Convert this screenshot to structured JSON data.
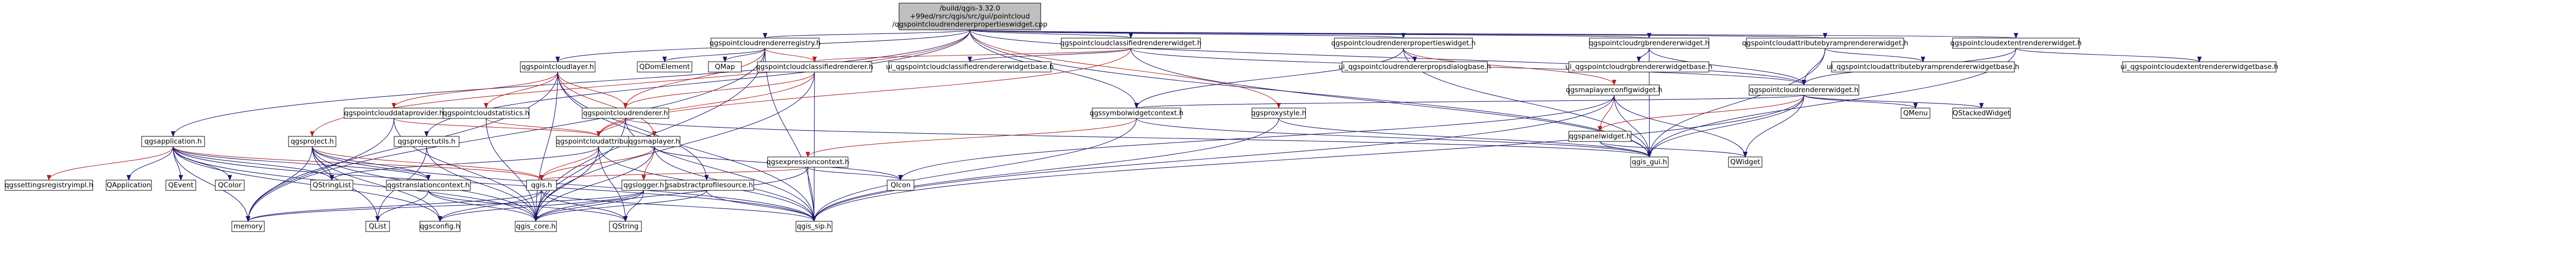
{
  "graph": {
    "root": {
      "id": "root",
      "lines": [
        "/build/qgis-3.32.0",
        "+99ed/rsrc/qgis/src/gui/pointcloud",
        "/qgspointcloudrendererpropertieswidget.cpp"
      ],
      "fill": "#bfbfbf"
    },
    "nodes": [
      {
        "id": "reg",
        "label": "qgspointcloudrendererregistry.h",
        "kind": "linked"
      },
      {
        "id": "cls",
        "label": "qgspointcloudclassifiedrendererwidget.h",
        "kind": "linked"
      },
      {
        "id": "rpw",
        "label": "qgspointcloudrendererpropertieswidget.h",
        "kind": "linked"
      },
      {
        "id": "rgb",
        "label": "qgspointcloudrgbrendererwidget.h",
        "kind": "linked"
      },
      {
        "id": "ramp",
        "label": "qgspointcloudattributebyramprendererwidget.h",
        "kind": "linked"
      },
      {
        "id": "ext",
        "label": "qgspointcloudextentrendererwidget.h",
        "kind": "linked"
      },
      {
        "id": "layer",
        "label": "qgspointcloudlayer.h",
        "kind": "linked"
      },
      {
        "id": "clsr",
        "label": "qgspointcloudclassifiedrenderer.h",
        "kind": "red"
      },
      {
        "id": "qdom",
        "label": "QDomElement",
        "kind": "plain"
      },
      {
        "id": "qmap",
        "label": "QMap",
        "kind": "plain"
      },
      {
        "id": "ui_cls",
        "label": "ui_qgspointcloudclassifiedrendererwidgetbase.h",
        "kind": "plain"
      },
      {
        "id": "ui_prop",
        "label": "ui_qgspointcloudrendererpropsdialogbase.h",
        "kind": "plain"
      },
      {
        "id": "ui_rgb",
        "label": "ui_qgspointcloudrgbrendererwidgetbase.h",
        "kind": "plain"
      },
      {
        "id": "ui_ramp",
        "label": "ui_qgspointcloudattributebyramprendererwidgetbase.h",
        "kind": "plain"
      },
      {
        "id": "ui_ext",
        "label": "ui_qgspointcloudextentrendererwidgetbase.h",
        "kind": "plain"
      },
      {
        "id": "mlcw",
        "label": "qgsmaplayerconfigwidget.h",
        "kind": "red"
      },
      {
        "id": "rw",
        "label": "qgspointcloudrendererwidget.h",
        "kind": "linked"
      },
      {
        "id": "dp",
        "label": "qgspointclouddataprovider.h",
        "kind": "red"
      },
      {
        "id": "stats",
        "label": "qgspointcloudstatistics.h",
        "kind": "red"
      },
      {
        "id": "rend",
        "label": "qgspointcloudrenderer.h",
        "kind": "red"
      },
      {
        "id": "symctx",
        "label": "qgssymbolwidgetcontext.h",
        "kind": "linked"
      },
      {
        "id": "proxy",
        "label": "qgsproxystyle.h",
        "kind": "red"
      },
      {
        "id": "qmenu",
        "label": "QMenu",
        "kind": "plain"
      },
      {
        "id": "qstacked",
        "label": "QStackedWidget",
        "kind": "plain"
      },
      {
        "id": "app",
        "label": "qgsapplication.h",
        "kind": "linked"
      },
      {
        "id": "projutils",
        "label": "qgsprojectutils.h",
        "kind": "linked"
      },
      {
        "id": "project",
        "label": "qgsproject.h",
        "kind": "red"
      },
      {
        "id": "attr",
        "label": "qgspointcloudattribute.h",
        "kind": "red"
      },
      {
        "id": "maplayer",
        "label": "qgsmaplayer.h",
        "kind": "red"
      },
      {
        "id": "panel",
        "label": "qgspanelwidget.h",
        "kind": "red"
      },
      {
        "id": "exprctx",
        "label": "qgsexpressioncontext.h",
        "kind": "red"
      },
      {
        "id": "qgsgui",
        "label": "qgis_gui.h",
        "kind": "plain"
      },
      {
        "id": "qwidget",
        "label": "QWidget",
        "kind": "plain"
      },
      {
        "id": "qgssettings",
        "label": "qgssettingsregistryimpl.h",
        "kind": "red"
      },
      {
        "id": "qapp",
        "label": "QApplication",
        "kind": "plain"
      },
      {
        "id": "qevent",
        "label": "QEvent",
        "kind": "plain"
      },
      {
        "id": "qcolor",
        "label": "QColor",
        "kind": "plain"
      },
      {
        "id": "qstringlist",
        "label": "QStringList",
        "kind": "plain"
      },
      {
        "id": "transctx",
        "label": "qgstranslationcontext.h",
        "kind": "linked"
      },
      {
        "id": "qgsh",
        "label": "qgis.h",
        "kind": "red"
      },
      {
        "id": "abstractprof",
        "label": "qgsabstractprofilesource.h",
        "kind": "linked"
      },
      {
        "id": "logger",
        "label": "qgslogger.h",
        "kind": "red"
      },
      {
        "id": "qicon",
        "label": "QIcon",
        "kind": "plain"
      },
      {
        "id": "memory",
        "label": "memory",
        "kind": "plain"
      },
      {
        "id": "qlist",
        "label": "QList",
        "kind": "plain"
      },
      {
        "id": "qgsconfig",
        "label": "qgsconfig.h",
        "kind": "plain"
      },
      {
        "id": "qgscore",
        "label": "qgis_core.h",
        "kind": "plain"
      },
      {
        "id": "qstring",
        "label": "QString",
        "kind": "plain"
      },
      {
        "id": "qgissip",
        "label": "qgis_sip.h",
        "kind": "plain"
      }
    ],
    "edges": [
      [
        "root",
        "reg"
      ],
      [
        "root",
        "cls"
      ],
      [
        "root",
        "rpw"
      ],
      [
        "root",
        "rgb"
      ],
      [
        "root",
        "ramp"
      ],
      [
        "root",
        "ext"
      ],
      [
        "root",
        "layer"
      ],
      [
        "root",
        "app"
      ],
      [
        "root",
        "project"
      ],
      [
        "root",
        "projutils"
      ],
      [
        "root",
        "proxy"
      ],
      [
        "root",
        "symctx"
      ],
      [
        "root",
        "qgsgui"
      ],
      [
        "root",
        "rw"
      ],
      [
        "reg",
        "qdom"
      ],
      [
        "reg",
        "qmap"
      ],
      [
        "reg",
        "clsr"
      ],
      [
        "reg",
        "rend"
      ],
      [
        "reg",
        "qgscore"
      ],
      [
        "reg",
        "qgissip"
      ],
      [
        "reg",
        "memory"
      ],
      [
        "cls",
        "clsr"
      ],
      [
        "cls",
        "ui_cls"
      ],
      [
        "cls",
        "rw"
      ],
      [
        "cls",
        "qgsgui"
      ],
      [
        "cls",
        "attr"
      ],
      [
        "rpw",
        "ui_prop"
      ],
      [
        "rpw",
        "mlcw"
      ],
      [
        "rpw",
        "qgsgui"
      ],
      [
        "rpw",
        "symctx"
      ],
      [
        "rgb",
        "ui_rgb"
      ],
      [
        "rgb",
        "rw"
      ],
      [
        "rgb",
        "qgsgui"
      ],
      [
        "ramp",
        "ui_ramp"
      ],
      [
        "ramp",
        "rw"
      ],
      [
        "ramp",
        "qgsgui"
      ],
      [
        "ext",
        "ui_ext"
      ],
      [
        "ext",
        "rw"
      ],
      [
        "ext",
        "qgsgui"
      ],
      [
        "layer",
        "dp"
      ],
      [
        "layer",
        "stats"
      ],
      [
        "layer",
        "rend"
      ],
      [
        "layer",
        "maplayer"
      ],
      [
        "layer",
        "abstractprof"
      ],
      [
        "layer",
        "qgscore"
      ],
      [
        "layer",
        "qgissip"
      ],
      [
        "layer",
        "memory"
      ],
      [
        "clsr",
        "rend"
      ],
      [
        "clsr",
        "attr"
      ],
      [
        "clsr",
        "qgscore"
      ],
      [
        "clsr",
        "qgissip"
      ],
      [
        "mlcw",
        "panel"
      ],
      [
        "mlcw",
        "qgsgui"
      ],
      [
        "mlcw",
        "qwidget"
      ],
      [
        "mlcw",
        "qicon"
      ],
      [
        "mlcw",
        "qgissip"
      ],
      [
        "rw",
        "qgsgui"
      ],
      [
        "rw",
        "qgissip"
      ],
      [
        "rw",
        "panel"
      ],
      [
        "rw",
        "symctx"
      ],
      [
        "rw",
        "qmenu"
      ],
      [
        "rw",
        "qstacked"
      ],
      [
        "rw",
        "qwidget"
      ],
      [
        "dp",
        "attr"
      ],
      [
        "dp",
        "memory"
      ],
      [
        "dp",
        "qgscore"
      ],
      [
        "stats",
        "attr"
      ],
      [
        "stats",
        "qgscore"
      ],
      [
        "rend",
        "attr"
      ],
      [
        "rend",
        "qgsgui"
      ],
      [
        "rend",
        "qgscore"
      ],
      [
        "rend",
        "qgissip"
      ],
      [
        "symctx",
        "exprctx"
      ],
      [
        "symctx",
        "qgsgui"
      ],
      [
        "symctx",
        "qgissip"
      ],
      [
        "proxy",
        "qgsgui"
      ],
      [
        "proxy",
        "qgissip"
      ],
      [
        "app",
        "qgssettings"
      ],
      [
        "app",
        "qapp"
      ],
      [
        "app",
        "qevent"
      ],
      [
        "app",
        "qcolor"
      ],
      [
        "app",
        "qstringlist"
      ],
      [
        "app",
        "transctx"
      ],
      [
        "app",
        "qgsh"
      ],
      [
        "app",
        "qgscore"
      ],
      [
        "app",
        "memory"
      ],
      [
        "app",
        "qgsconfig"
      ],
      [
        "app",
        "qgissip"
      ],
      [
        "projutils",
        "qgscore"
      ],
      [
        "projutils",
        "qlist"
      ],
      [
        "project",
        "qgsh"
      ],
      [
        "project",
        "qstringlist"
      ],
      [
        "project",
        "transctx"
      ],
      [
        "project",
        "qgscore"
      ],
      [
        "project",
        "qgissip"
      ],
      [
        "project",
        "memory"
      ],
      [
        "project",
        "qlist"
      ],
      [
        "project",
        "qgsconfig"
      ],
      [
        "attr",
        "qgsh"
      ],
      [
        "attr",
        "qgscore"
      ],
      [
        "attr",
        "qgissip"
      ],
      [
        "attr",
        "qstring"
      ],
      [
        "attr",
        "qstringlist"
      ],
      [
        "maplayer",
        "logger"
      ],
      [
        "maplayer",
        "qgsh"
      ],
      [
        "maplayer",
        "qgscore"
      ],
      [
        "maplayer",
        "qgissip"
      ],
      [
        "maplayer",
        "qicon"
      ],
      [
        "panel",
        "qwidget"
      ],
      [
        "panel",
        "qgsgui"
      ],
      [
        "exprctx",
        "qgsh"
      ],
      [
        "exprctx",
        "qgscore"
      ],
      [
        "exprctx",
        "qgissip"
      ],
      [
        "exprctx",
        "qicon"
      ],
      [
        "transctx",
        "qgscore"
      ],
      [
        "transctx",
        "qlist"
      ],
      [
        "transctx",
        "qstring"
      ],
      [
        "qgsh",
        "memory"
      ],
      [
        "qgsh",
        "qgsconfig"
      ],
      [
        "qgsh",
        "qgscore"
      ],
      [
        "qgsh",
        "qstring"
      ],
      [
        "qgsh",
        "qgissip"
      ],
      [
        "abstractprof",
        "qgscore"
      ],
      [
        "abstractprof",
        "qgissip"
      ],
      [
        "logger",
        "qgscore"
      ],
      [
        "logger",
        "qgsconfig"
      ],
      [
        "logger",
        "qstring"
      ],
      [
        "logger",
        "memory"
      ]
    ]
  }
}
